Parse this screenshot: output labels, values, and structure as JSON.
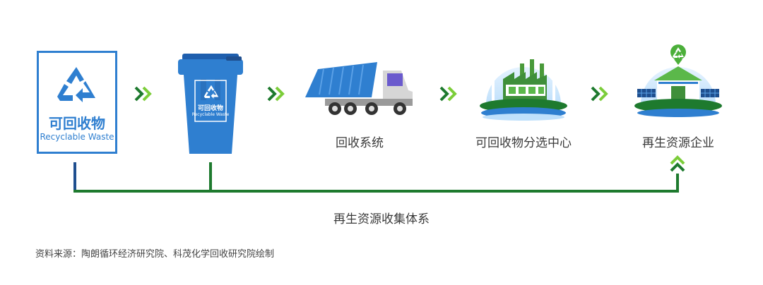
{
  "colors": {
    "blue": "#2f7fd0",
    "dark_blue": "#1f4f8f",
    "green": "#1e7a2e",
    "light_green": "#7ccd3a"
  },
  "flow": {
    "waste_card": {
      "title": "可回收物",
      "subtitle": "Recyclable Waste",
      "icon": "recycle-icon"
    },
    "bin": {
      "label": "可回收物",
      "sublabel": "Recyclable Waste",
      "icon": "recycle-icon"
    },
    "truck": {
      "label": "回收系统"
    },
    "sorting_center": {
      "label": "可回收物分选中心"
    },
    "enterprise": {
      "label": "再生资源企业"
    }
  },
  "system_label": "再生资源收集体系",
  "source": "资料来源：陶朗循环经济研究院、科茂化学回收研究院绘制"
}
